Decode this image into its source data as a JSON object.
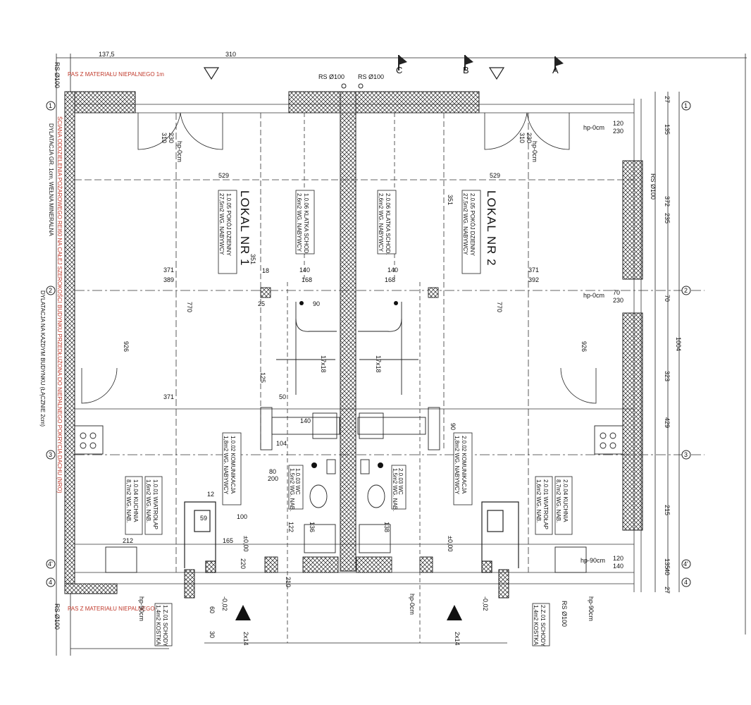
{
  "units": {
    "lokal1": {
      "title": "LOKAL NR 1",
      "rooms": [
        {
          "lines": [
            "1.0.05 POKÓJ DZIENNY",
            "27,5m2 WG. NABYWCY"
          ]
        },
        {
          "lines": [
            "1.0.06 KLATKA SCHOD.",
            "2,6m2 WG. NABYWCY"
          ]
        },
        {
          "lines": [
            "1.0.02 KOMUNIKACJA",
            "1,8m2 WG. NABYWCY"
          ]
        },
        {
          "lines": [
            "1.0.03 WC",
            "1,5m2 WG. NAB."
          ]
        },
        {
          "lines": [
            "1.0.04 KUCHNIA",
            "8,7m2 WG. NAB."
          ]
        },
        {
          "lines": [
            "1.0.01 WIATROŁAP",
            "1,6m2 WG. NAB."
          ]
        },
        {
          "lines": [
            "1.Z.01 SCHODY",
            "1,4m2 KOSTKA"
          ]
        }
      ]
    },
    "lokal2": {
      "title": "LOKAL NR 2",
      "rooms": [
        {
          "lines": [
            "2.0.05 POKÓJ DZIENNY",
            "27,5m2 WG. NABYWCY"
          ]
        },
        {
          "lines": [
            "2.0.06 KLATKA SCHOD.",
            "2,6m2 WG. NABYWCY"
          ]
        },
        {
          "lines": [
            "2.0.02 KOMUNIKACJA",
            "1,8m2 WG. NABYWCY"
          ]
        },
        {
          "lines": [
            "2.0.03 WC",
            "1,5m2 WG. NAB."
          ]
        },
        {
          "lines": [
            "2.0.04 KUCHNIA",
            "8,7m2 WG. NAB."
          ]
        },
        {
          "lines": [
            "2.0.01 WIATROŁAP",
            "1,6m2 WG. NAB."
          ]
        },
        {
          "lines": [
            "2.Z.01 SCHODY",
            "1,4m2 KOSTKA"
          ]
        }
      ]
    }
  },
  "notes": {
    "pas_top": "PAS Z MATERIAŁU NIEPALNEGO 1m",
    "pas_bottom": "PAS Z MATERIAŁU NIEPALNEGO 1m",
    "wall_note_1": "ŚCIANA ODDZIELENIA POŻAROWEGO REI60 NA CAŁEJ SZEROKOŚCI BUDYNKU PRZEDŁUŻONA DO NIEPALNEGO POKRYCIA DACHU (NRO)",
    "wall_note_2": "DYLATACJA GR. 1cm, WEŁNA MINERALNA",
    "wall_note_3": "DYLATACJA NA KAŻDYM BUDYNKU (ŁĄCZNIE 2cm)",
    "rs_pipes": [
      "RS Ø100",
      "RS Ø100",
      "RS Ø100",
      "RS Ø100",
      "RS Ø100",
      "RS Ø100"
    ],
    "heights": [
      "hp-0cm",
      "hp-0cm",
      "hp-0cm",
      "hp-0cm",
      "hp-0cm",
      "hp-90cm",
      "hp-90cm",
      "hp-90cm"
    ],
    "stairs": [
      "17x18",
      "17x18",
      "2x14",
      "2x14",
      "-0,02",
      "-0,02",
      "±0,00",
      "±0,00"
    ]
  },
  "section_marks": [
    "A",
    "B",
    "C"
  ],
  "axis_marks": [
    "1",
    "2",
    "3",
    "4",
    "4'"
  ],
  "dimensions": {
    "top": [
      "137,5",
      "310"
    ],
    "main": [
      "529",
      "529",
      "371",
      "389",
      "371",
      "392",
      "140",
      "168",
      "140",
      "168",
      "770",
      "770",
      "371",
      "926",
      "926",
      "351",
      "351",
      "310",
      "230",
      "310",
      "230",
      "120",
      "230",
      "70",
      "230",
      "120",
      "140"
    ],
    "small": [
      "18",
      "25",
      "90",
      "125",
      "50",
      "104",
      "140",
      "80",
      "200",
      "100",
      "165",
      "212",
      "59",
      "12",
      "136",
      "138",
      "122",
      "60",
      "30",
      "90",
      "220",
      "210"
    ],
    "right": [
      "27",
      "135",
      "372",
      "235",
      "70",
      "323",
      "429",
      "215",
      "135",
      "40",
      "27",
      "1004"
    ]
  }
}
